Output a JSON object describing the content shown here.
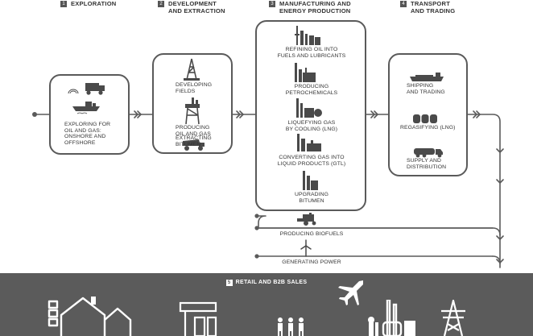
{
  "stages": [
    {
      "num": "1",
      "title": "EXPLORATION"
    },
    {
      "num": "2",
      "title": "DEVELOPMENT\nAND EXTRACTION"
    },
    {
      "num": "3",
      "title": "MANUFACTURING AND\nENERGY PRODUCTION"
    },
    {
      "num": "4",
      "title": "TRANSPORT\nAND TRADING"
    }
  ],
  "exploration": {
    "label": "EXPLORING FOR\nOIL AND GAS:\nONSHORE AND\nOFFSHORE",
    "icons": [
      "seismic-truck-icon",
      "survey-ship-icon"
    ]
  },
  "development": [
    {
      "label": "DEVELOPING\nFIELDS",
      "icon": "drilling-rig-icon"
    },
    {
      "label": "PRODUCING\nOIL AND GAS",
      "icon": "offshore-platform-icon"
    },
    {
      "label": "EXTRACTING\nBITUMEN",
      "icon": "mining-truck-icon"
    }
  ],
  "manufacturing": [
    {
      "label": "REFINING OIL INTO\nFUELS AND LUBRICANTS",
      "icon": "refinery-icon"
    },
    {
      "label": "PRODUCING\nPETROCHEMICALS",
      "icon": "chemical-plant-icon"
    },
    {
      "label": "LIQUEFYING GAS\nBY COOLING (LNG)",
      "icon": "lng-plant-icon"
    },
    {
      "label": "CONVERTING GAS INTO\nLIQUID PRODUCTS (GTL)",
      "icon": "gtl-plant-icon"
    },
    {
      "label": "UPGRADING\nBITUMEN",
      "icon": "upgrader-icon"
    }
  ],
  "transport": [
    {
      "label": "SHIPPING\nAND TRADING",
      "icon": "tanker-ship-icon"
    },
    {
      "label": "REGASIFYING (LNG)",
      "icon": "regas-tanks-icon"
    },
    {
      "label": "SUPPLY AND\nDISTRIBUTION",
      "icon": "fuel-truck-icon"
    }
  ],
  "side_lines": [
    {
      "label": "PRODUCING BIOFUELS",
      "icon": "harvester-icon"
    },
    {
      "label": "GENERATING POWER",
      "icon": "wind-turbine-icon"
    }
  ],
  "retail": {
    "num": "5",
    "title": "RETAIL AND B2B SALES",
    "icons": [
      "home-icon",
      "fuel-station-icon",
      "people-icon",
      "airplane-icon",
      "factory-icon",
      "power-pylon-icon"
    ]
  },
  "colors": {
    "line": "#5a5a5a",
    "icon": "#4a4a4a",
    "retail_bg": "#5b5b5b"
  }
}
